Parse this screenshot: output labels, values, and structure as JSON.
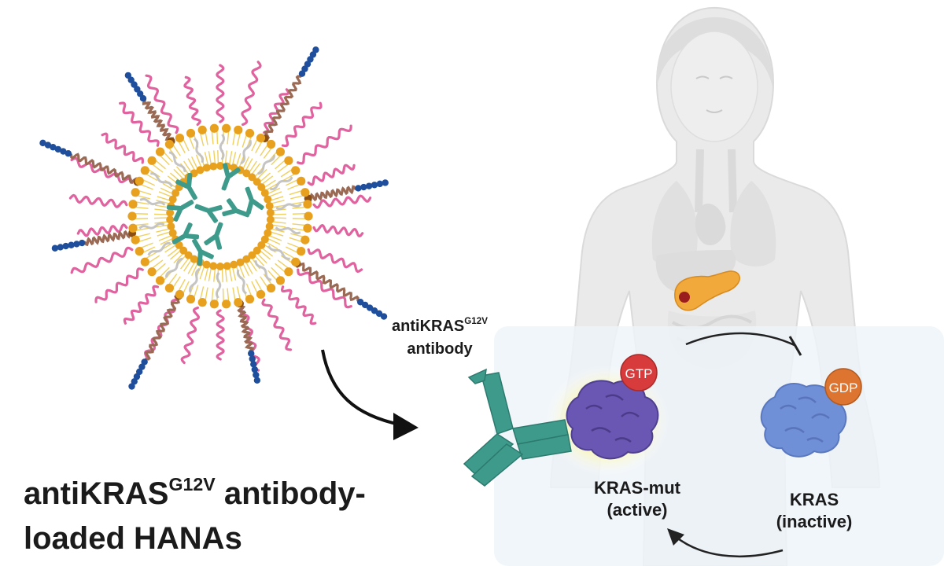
{
  "labels": {
    "title_prefix": "antiKRAS",
    "title_superscript": "G12V",
    "title_suffix": " antibody-",
    "title_line2": "loaded HANAs",
    "antibody_prefix": "antiKRAS",
    "antibody_superscript": "G12V",
    "antibody_line2": "antibody",
    "mut_line1": "KRAS-mut",
    "mut_line2": "(active)",
    "wt_line1": "KRAS",
    "wt_line2": "(inactive)",
    "gtp": "GTP",
    "gdp": "GDP"
  },
  "colors": {
    "lipid_head": "#e8a11f",
    "lipid_tail": "#f0d060",
    "peg_pink": "#e0629e",
    "peg_brown": "#9a6a55",
    "bead_blue": "#1f4f9c",
    "antibody_teal": "#3e9b8c",
    "kras_active": "#6a57b3",
    "kras_inactive": "#6f8fd6",
    "gtp_badge": "#d73b3b",
    "gdp_badge": "#dd7430",
    "panel_bg": "#eef4fa",
    "glow": "#fff9a0"
  }
}
